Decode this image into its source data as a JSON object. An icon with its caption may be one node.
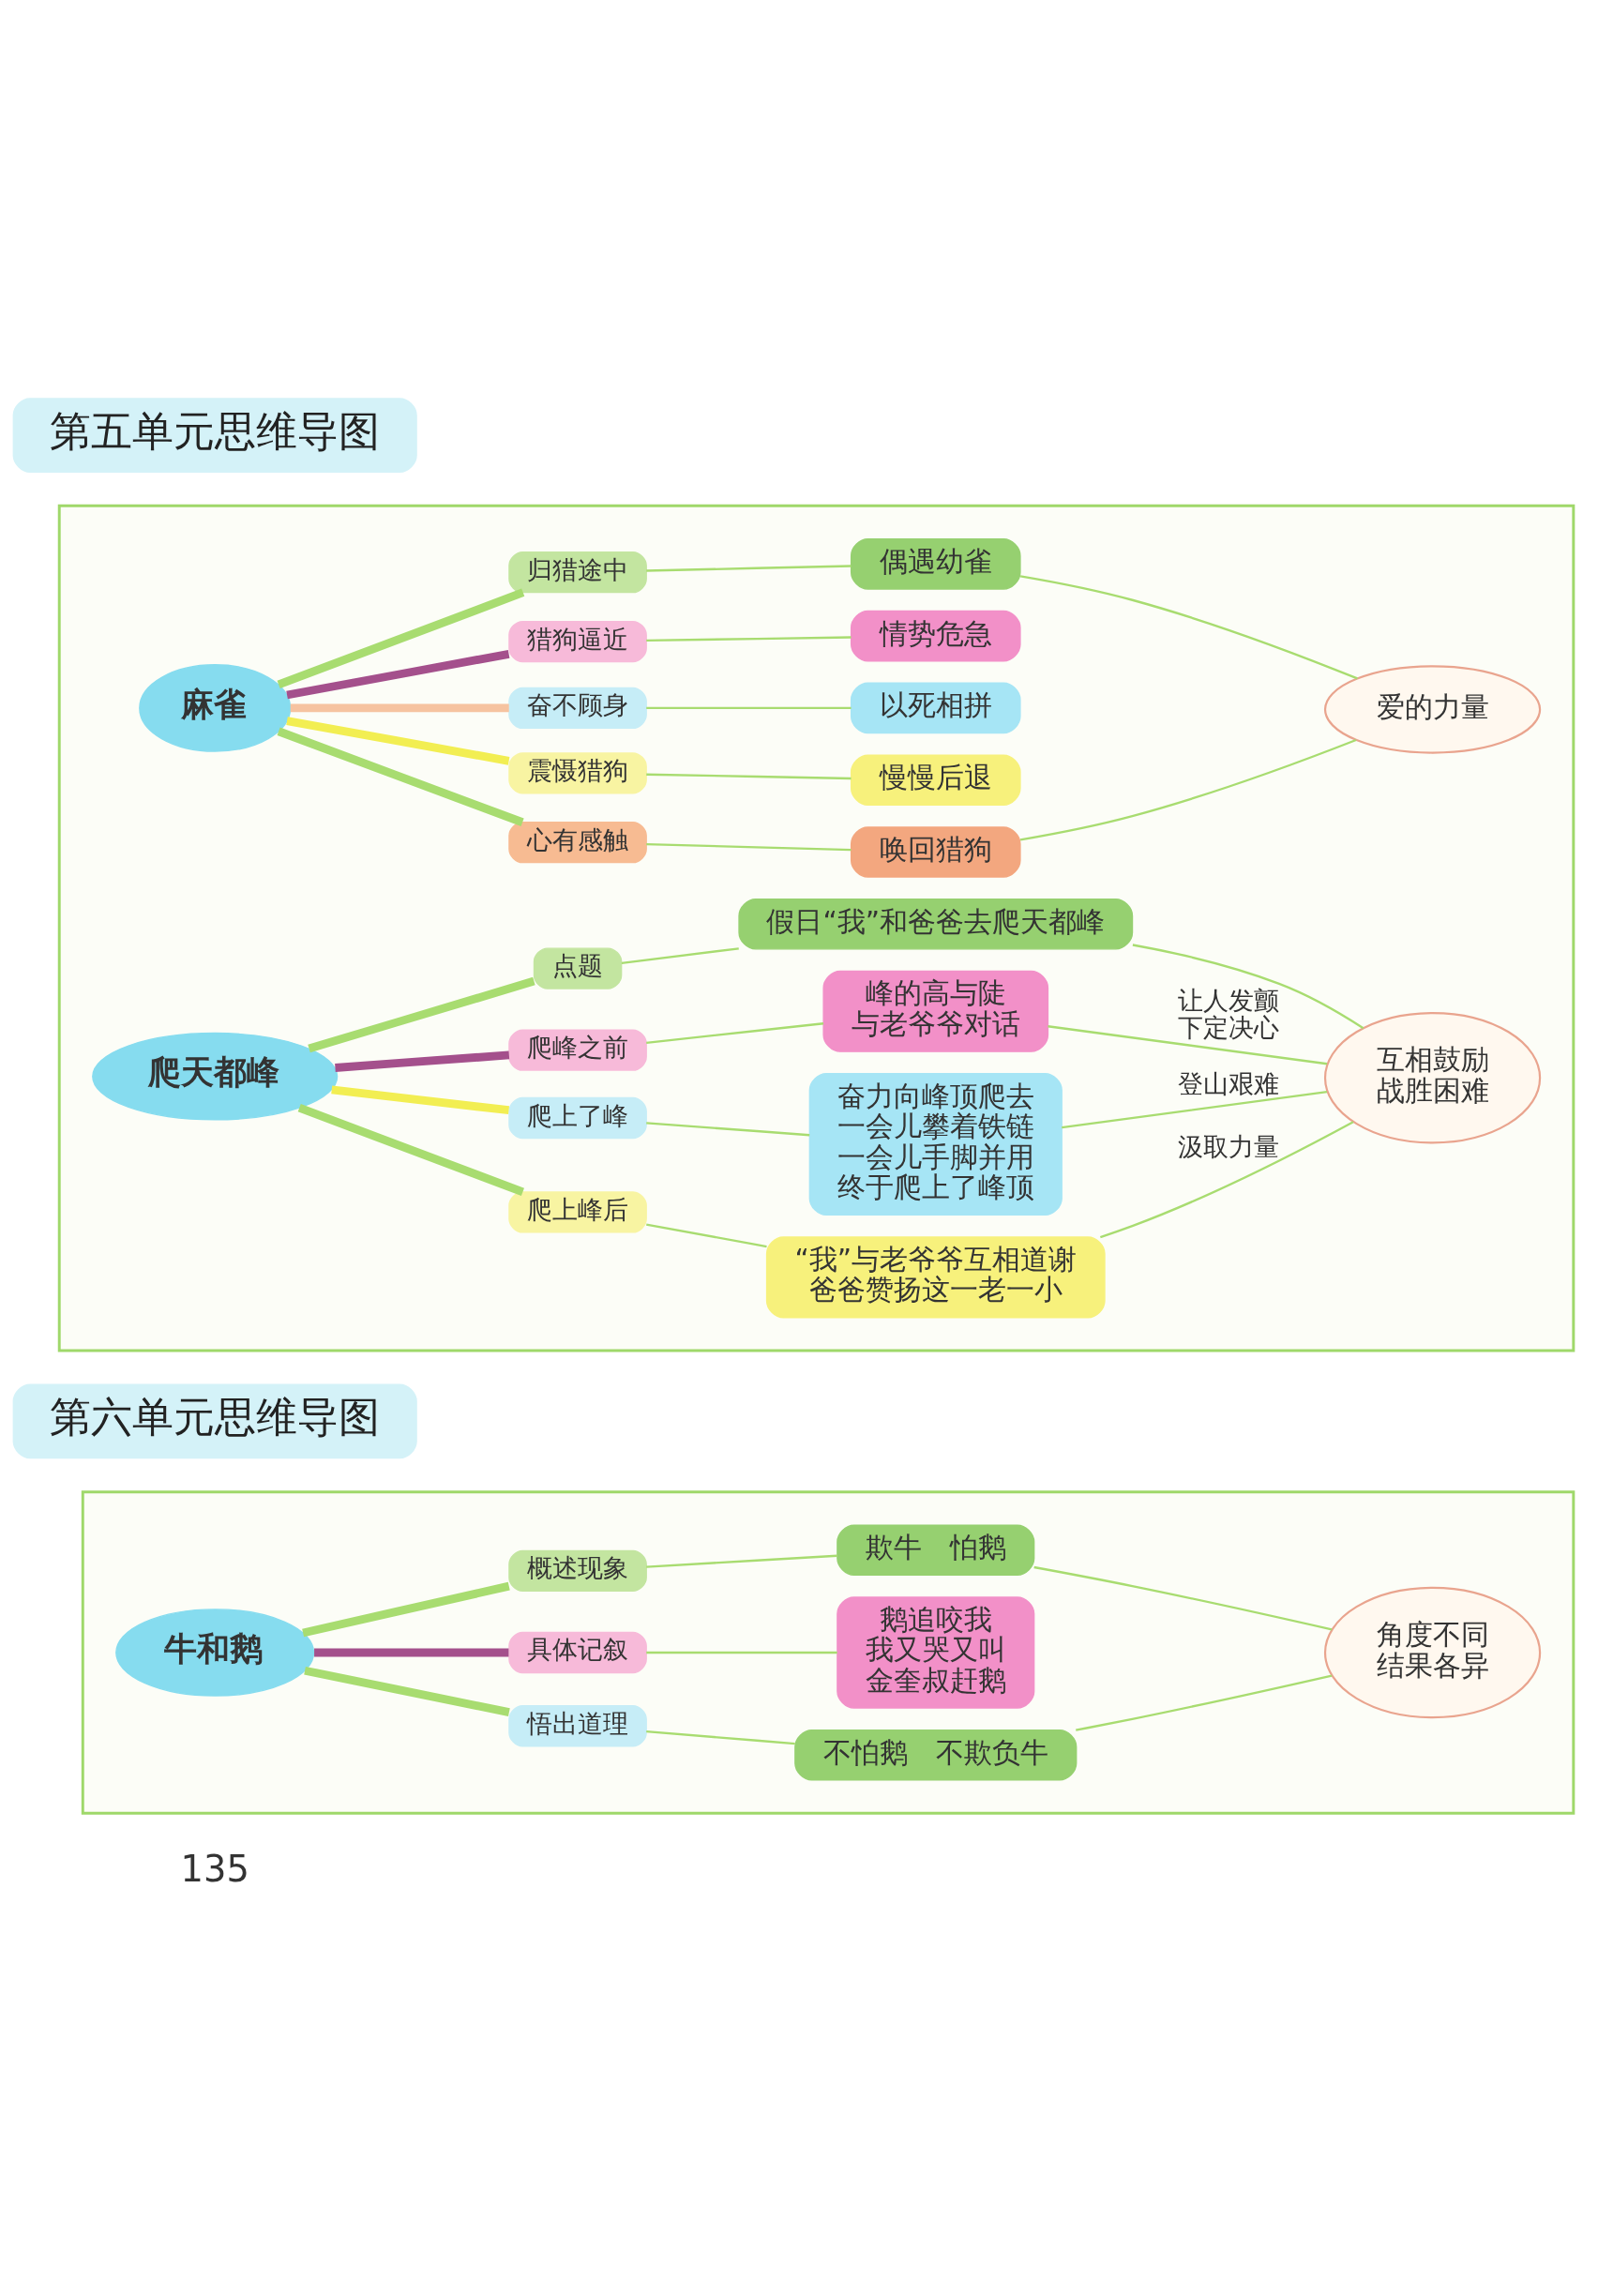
{
  "diagram": {
    "nodes": [
      {
        "text": [
          "第五单元思维导图"
        ]
      },
      {
        "text": [],
        "shape": "box"
      },
      {
        "text": [
          "麻雀"
        ],
        "in": 1
      },
      {
        "text": [
          "归猎途中"
        ],
        "in": 1
      },
      {
        "text": [
          "猎狗逼近"
        ],
        "in": 1
      },
      {
        "text": [
          "奋不顾身"
        ],
        "in": 1
      },
      {
        "text": [
          "震慑猎狗"
        ],
        "in": 1
      },
      {
        "text": [
          "心有感触"
        ],
        "in": 1
      },
      {
        "text": [
          "偶遇幼雀"
        ],
        "in": 1
      },
      {
        "text": [
          "情势危急"
        ],
        "in": 1
      },
      {
        "text": [
          "以死相拼"
        ],
        "in": 1
      },
      {
        "text": [
          "慢慢后退"
        ],
        "in": 1
      },
      {
        "text": [
          "唤回猎狗"
        ],
        "in": 1
      },
      {
        "text": [
          "爱的力量"
        ],
        "in": 1
      },
      {
        "text": [
          "爬天都峰"
        ],
        "in": 1
      },
      {
        "text": [
          "点题"
        ],
        "in": 1
      },
      {
        "text": [
          "爬峰之前"
        ],
        "in": 1
      },
      {
        "text": [
          "爬上了峰"
        ],
        "in": 1
      },
      {
        "text": [
          "爬上峰后"
        ],
        "in": 1
      },
      {
        "text": [
          "假日“我”和爸爸去爬天都峰"
        ],
        "in": 1
      },
      {
        "text": [
          "峰的高与陡",
          "与老爷爷对话"
        ],
        "in": 1
      },
      {
        "text": [
          "奋力向峰顶爬去",
          "一会儿攀着铁链",
          "一会儿手脚并用",
          "终于爬上了峰顶"
        ],
        "in": 1
      },
      {
        "text": [
          "“我”与老爷爷互相道谢",
          "爸爸赞扬这一老一小"
        ],
        "in": 1
      },
      {
        "text": [
          "互相鼓励",
          "战胜困难"
        ],
        "in": 1
      },
      {
        "text": [
          "第六单元思维导图"
        ]
      },
      {
        "text": [],
        "shape": "box"
      },
      {
        "text": [
          "牛和鹅"
        ],
        "in": 25
      },
      {
        "text": [
          "概述现象"
        ],
        "in": 25
      },
      {
        "text": [
          "具体记叙"
        ],
        "in": 25
      },
      {
        "text": [
          "悟出道理"
        ],
        "in": 25
      },
      {
        "text": [
          "欺牛　怕鹅"
        ],
        "in": 25
      },
      {
        "text": [
          "鹅追咬我",
          "我又哭又叫",
          "金奎叔赶鹅"
        ],
        "in": 25
      },
      {
        "text": [
          "不怕鹅　不欺负牛"
        ],
        "in": 25
      },
      {
        "text": [
          "角度不同",
          "结果各异"
        ],
        "in": 25
      }
    ],
    "edges": [
      {
        "from": 2,
        "to": 3,
        "arrow": "none",
        "style": "thick"
      },
      {
        "from": 2,
        "to": 4,
        "arrow": "none",
        "style": "thick",
        "color": "#a4508c"
      },
      {
        "from": 2,
        "to": 5,
        "arrow": "none",
        "style": "thick",
        "color": "#f6c3a0"
      },
      {
        "from": 2,
        "to": 6,
        "arrow": "none",
        "style": "thick",
        "color": "#f2ee52"
      },
      {
        "from": 2,
        "to": 7,
        "arrow": "none",
        "style": "thick"
      },
      {
        "from": 3,
        "to": 8,
        "arrow": "none"
      },
      {
        "from": 4,
        "to": 9,
        "arrow": "none"
      },
      {
        "from": 5,
        "to": 10,
        "arrow": "none"
      },
      {
        "from": 6,
        "to": 11,
        "arrow": "none"
      },
      {
        "from": 7,
        "to": 12,
        "arrow": "none"
      },
      {
        "from": 8,
        "to": 13,
        "arrow": "none"
      },
      {
        "from": 12,
        "to": 13,
        "arrow": "none"
      },
      {
        "from": 14,
        "to": 15,
        "arrow": "none",
        "style": "thick"
      },
      {
        "from": 14,
        "to": 16,
        "arrow": "none",
        "style": "thick",
        "color": "#a4508c"
      },
      {
        "from": 14,
        "to": 17,
        "arrow": "none",
        "style": "thick",
        "color": "#f2ee52"
      },
      {
        "from": 14,
        "to": 18,
        "arrow": "none",
        "style": "thick"
      },
      {
        "from": 15,
        "to": 19,
        "arrow": "none"
      },
      {
        "from": 16,
        "to": 20,
        "arrow": "none"
      },
      {
        "from": 17,
        "to": 21,
        "arrow": "none"
      },
      {
        "from": 18,
        "to": 22,
        "arrow": "none"
      },
      {
        "from": 19,
        "to": 23,
        "arrow": "none"
      },
      {
        "from": 20,
        "to": 23,
        "arrow": "none",
        "label": "让人发颤下定决心"
      },
      {
        "from": 21,
        "to": 23,
        "arrow": "none",
        "label": "登山艰难"
      },
      {
        "from": 22,
        "to": 23,
        "arrow": "none",
        "label": "汲取力量"
      },
      {
        "from": 26,
        "to": 27,
        "arrow": "none",
        "style": "thick"
      },
      {
        "from": 26,
        "to": 28,
        "arrow": "none",
        "style": "thick",
        "color": "#a4508c"
      },
      {
        "from": 26,
        "to": 29,
        "arrow": "none",
        "style": "thick"
      },
      {
        "from": 27,
        "to": 30,
        "arrow": "none"
      },
      {
        "from": 28,
        "to": 31,
        "arrow": "none"
      },
      {
        "from": 29,
        "to": 32,
        "arrow": "none"
      },
      {
        "from": 30,
        "to": 33,
        "arrow": "none"
      },
      {
        "from": 32,
        "to": 33,
        "arrow": "none"
      }
    ],
    "labels": [
      "135"
    ]
  }
}
